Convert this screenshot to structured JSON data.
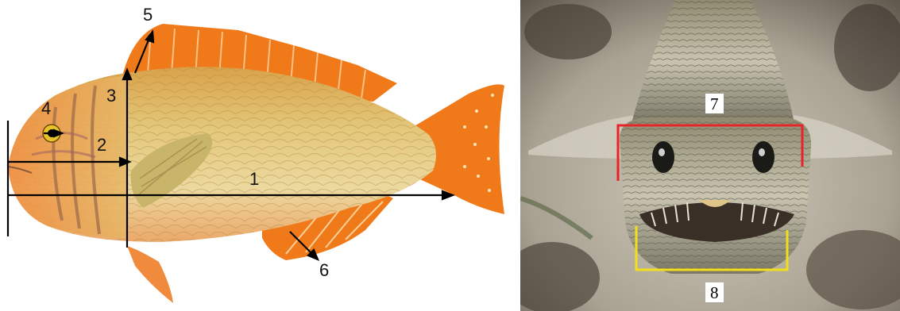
{
  "left_figure": {
    "measurement_labels": [
      "1",
      "2",
      "3",
      "4",
      "5",
      "6"
    ],
    "colors": {
      "fish_body": "#e0b35a",
      "fins": "#f07a1a",
      "lines": "#000000"
    }
  },
  "right_figure": {
    "box_labels": [
      "7",
      "8"
    ],
    "colors": {
      "box7": "#e8232a",
      "box8": "#f1df19",
      "background": "#b9b3a6"
    }
  }
}
